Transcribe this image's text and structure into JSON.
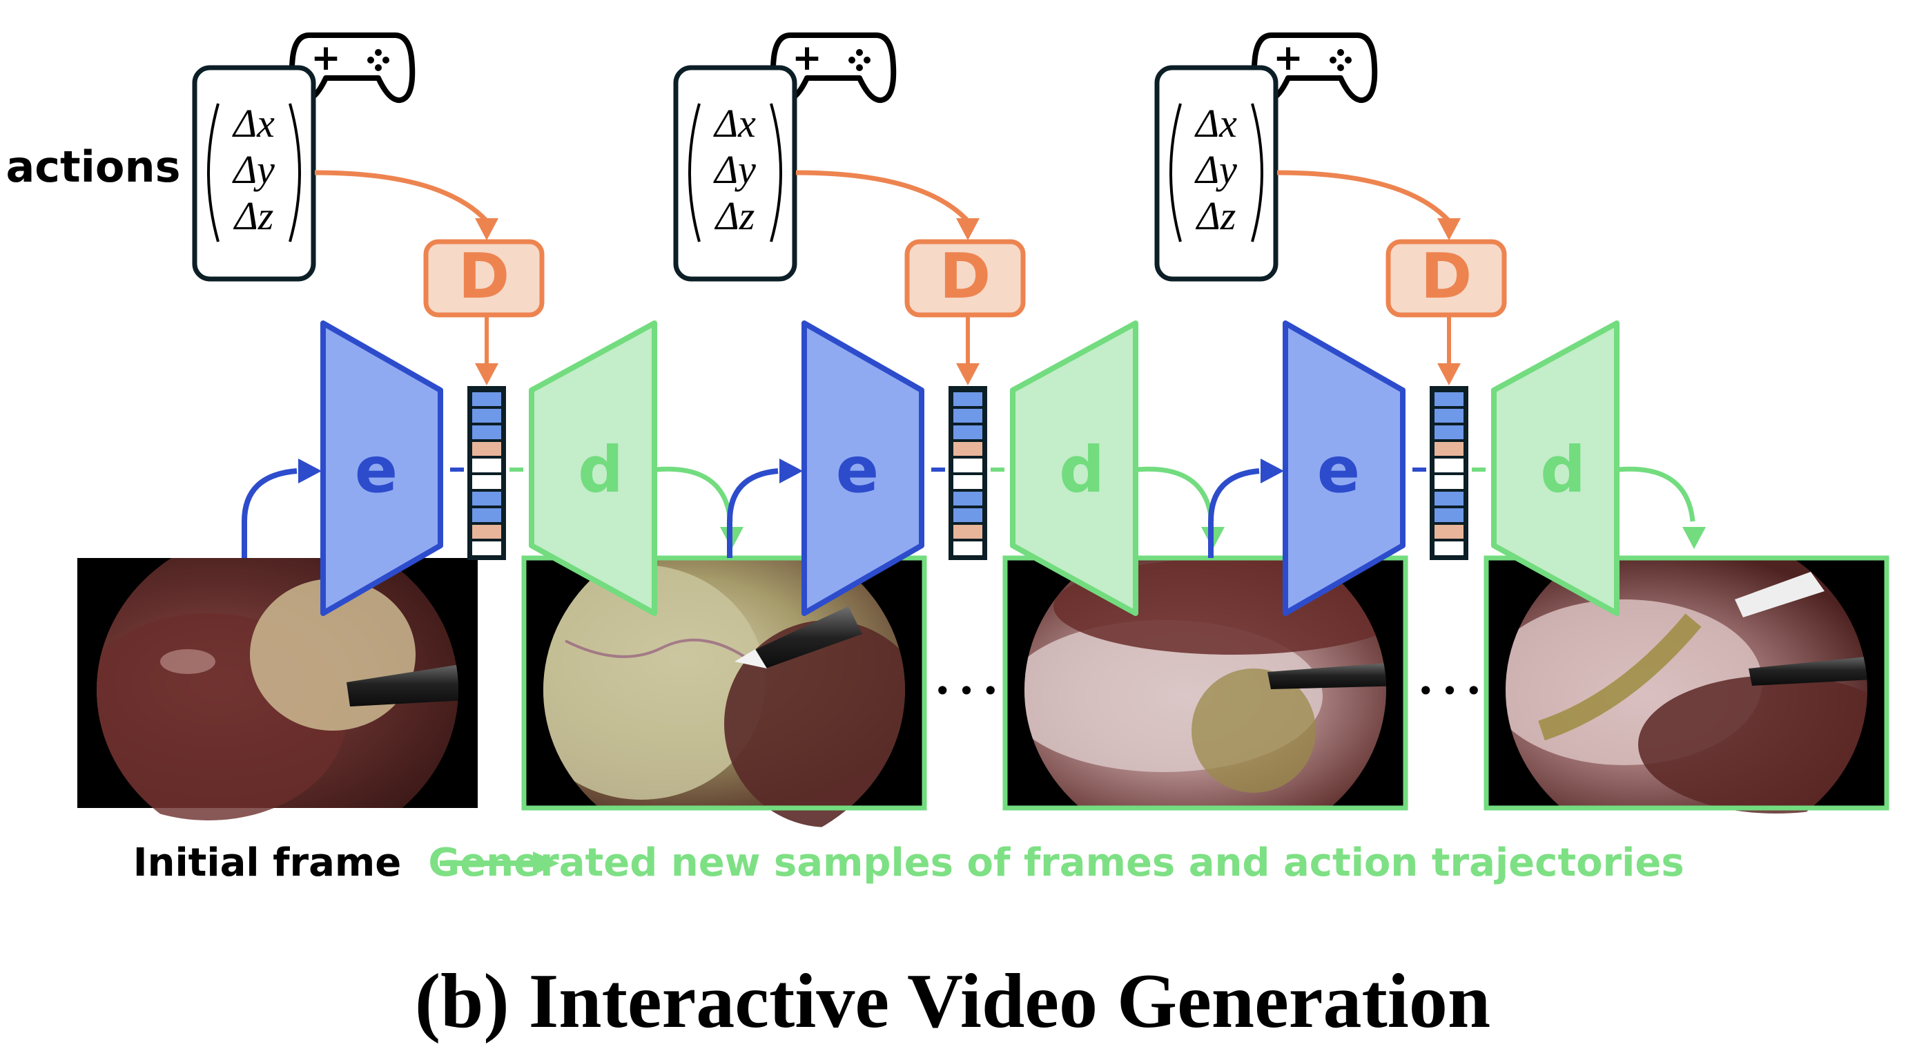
{
  "labels": {
    "actions": "actions",
    "initial_frame": "Initial frame",
    "generated": "Generated new samples of frames and action trajectories",
    "caption": "(b) Interactive Video Generation",
    "dots": "•••"
  },
  "action_vector": [
    "Δx",
    "Δy",
    "Δz"
  ],
  "modules": {
    "dynamics": "D",
    "encoder": "e",
    "decoder": "d"
  },
  "icons": {
    "controller": "gamepad-icon",
    "controller_glyph": "+"
  },
  "token_pattern": [
    "blue",
    "blue",
    "blue",
    "orange",
    "white",
    "white",
    "blue",
    "blue",
    "orange",
    "white"
  ],
  "colors": {
    "encoder_fill": "#90aaf2",
    "encoder_stroke": "#2d4ccc",
    "decoder_fill": "#c4edc9",
    "decoder_stroke": "#72dc7f",
    "dyn_fill": "#f7d9c8",
    "dyn_stroke": "#ed8450",
    "action_arrow": "#ed8450",
    "frame_arrow": "#2d4ccc",
    "generated_text": "#7ee084",
    "token_blue": "#6e98e8",
    "token_orange": "#e9b59a",
    "dark": "#0c1e26"
  }
}
